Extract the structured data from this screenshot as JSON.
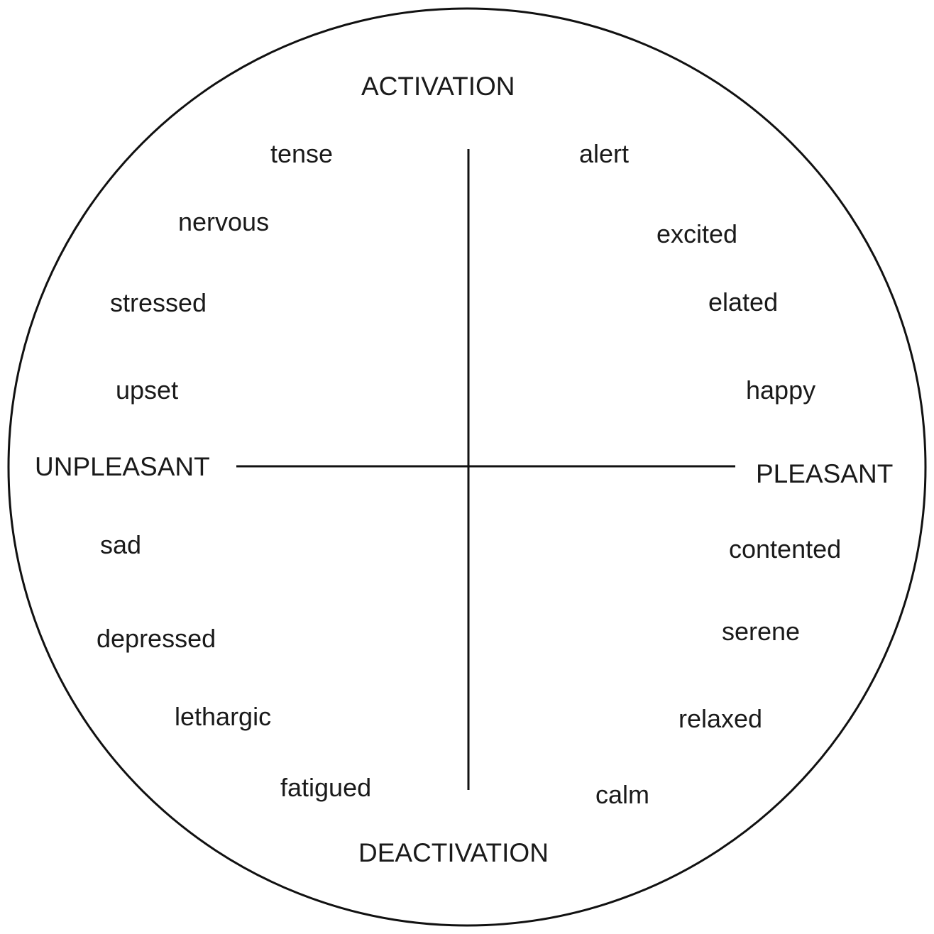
{
  "axes": {
    "top": "ACTIVATION",
    "bottom": "DEACTIVATION",
    "left": "UNPLEASANT",
    "right": "PLEASANT"
  },
  "emotions": {
    "tense": "tense",
    "nervous": "nervous",
    "stressed": "stressed",
    "upset": "upset",
    "alert": "alert",
    "excited": "excited",
    "elated": "elated",
    "happy": "happy",
    "sad": "sad",
    "depressed": "depressed",
    "lethargic": "lethargic",
    "fatigued": "fatigued",
    "contented": "contented",
    "serene": "serene",
    "relaxed": "relaxed",
    "calm": "calm"
  },
  "colors": {
    "stroke": "#111111",
    "text": "#1a1a1a",
    "background": "#ffffff"
  }
}
